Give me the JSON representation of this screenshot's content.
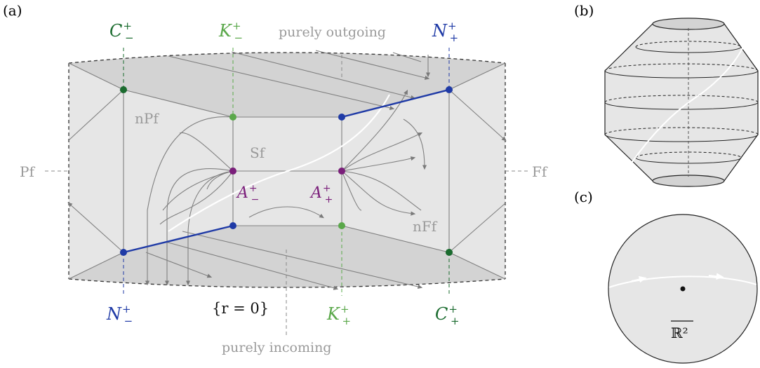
{
  "panels": {
    "a": "(a)",
    "b": "(b)",
    "c": "(c)"
  },
  "labels": {
    "C_minus": {
      "base": "C",
      "sub": "−",
      "sup": "+"
    },
    "K_minus": {
      "base": "K",
      "sub": "−",
      "sup": "+"
    },
    "N_plus": {
      "base": "N",
      "sub": "+",
      "sup": "+"
    },
    "N_minus": {
      "base": "N",
      "sub": "−",
      "sup": "+"
    },
    "K_plus": {
      "base": "K",
      "sub": "+",
      "sup": "+"
    },
    "C_plus": {
      "base": "C",
      "sub": "+",
      "sup": "+"
    },
    "A_minus": {
      "base": "A",
      "sub": "−",
      "sup": "+"
    },
    "A_plus": {
      "base": "A",
      "sub": "+",
      "sup": "+"
    }
  },
  "text": {
    "purely_outgoing": "purely outgoing",
    "purely_incoming": "purely incoming",
    "pf": "Pf",
    "ff": "Ff",
    "npf": "nPf",
    "nff": "nFf",
    "sf": "Sf",
    "r0": "{r = 0}",
    "r2": "ℝ²"
  },
  "colors": {
    "dark_green": "#1a6b2e",
    "light_green": "#5aa84a",
    "blue": "#1f3aa6",
    "purple": "#7a1e7a",
    "grey_text": "#9a9a9a",
    "region_light": "#e6e6e6",
    "region_dark": "#d4d4d4",
    "flow": "#808080"
  }
}
